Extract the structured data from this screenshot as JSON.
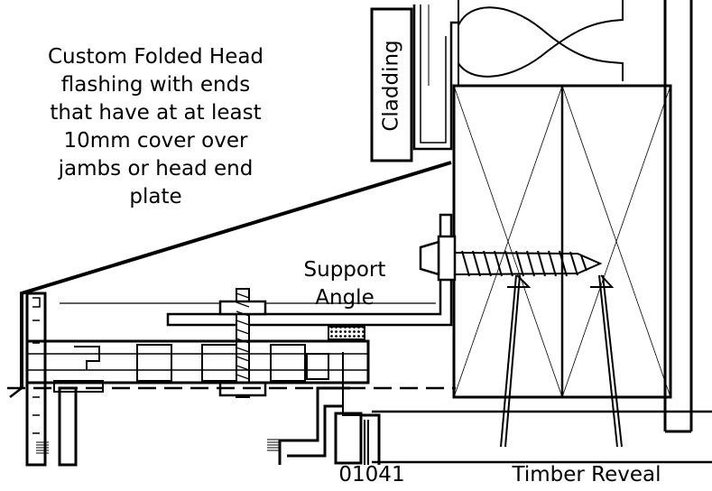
{
  "labels": {
    "cladding": "Cladding",
    "flashing_note": [
      "Custom Folded Head",
      "flashing with ends",
      "that have at at least",
      "10mm cover over",
      "jambs or head end",
      "plate"
    ],
    "support_angle": [
      "Support",
      "Angle"
    ],
    "part_code": "01041",
    "timber_reveal": "Timber Reveal"
  },
  "colors": {
    "line": "#000000",
    "background": "#ffffff"
  }
}
